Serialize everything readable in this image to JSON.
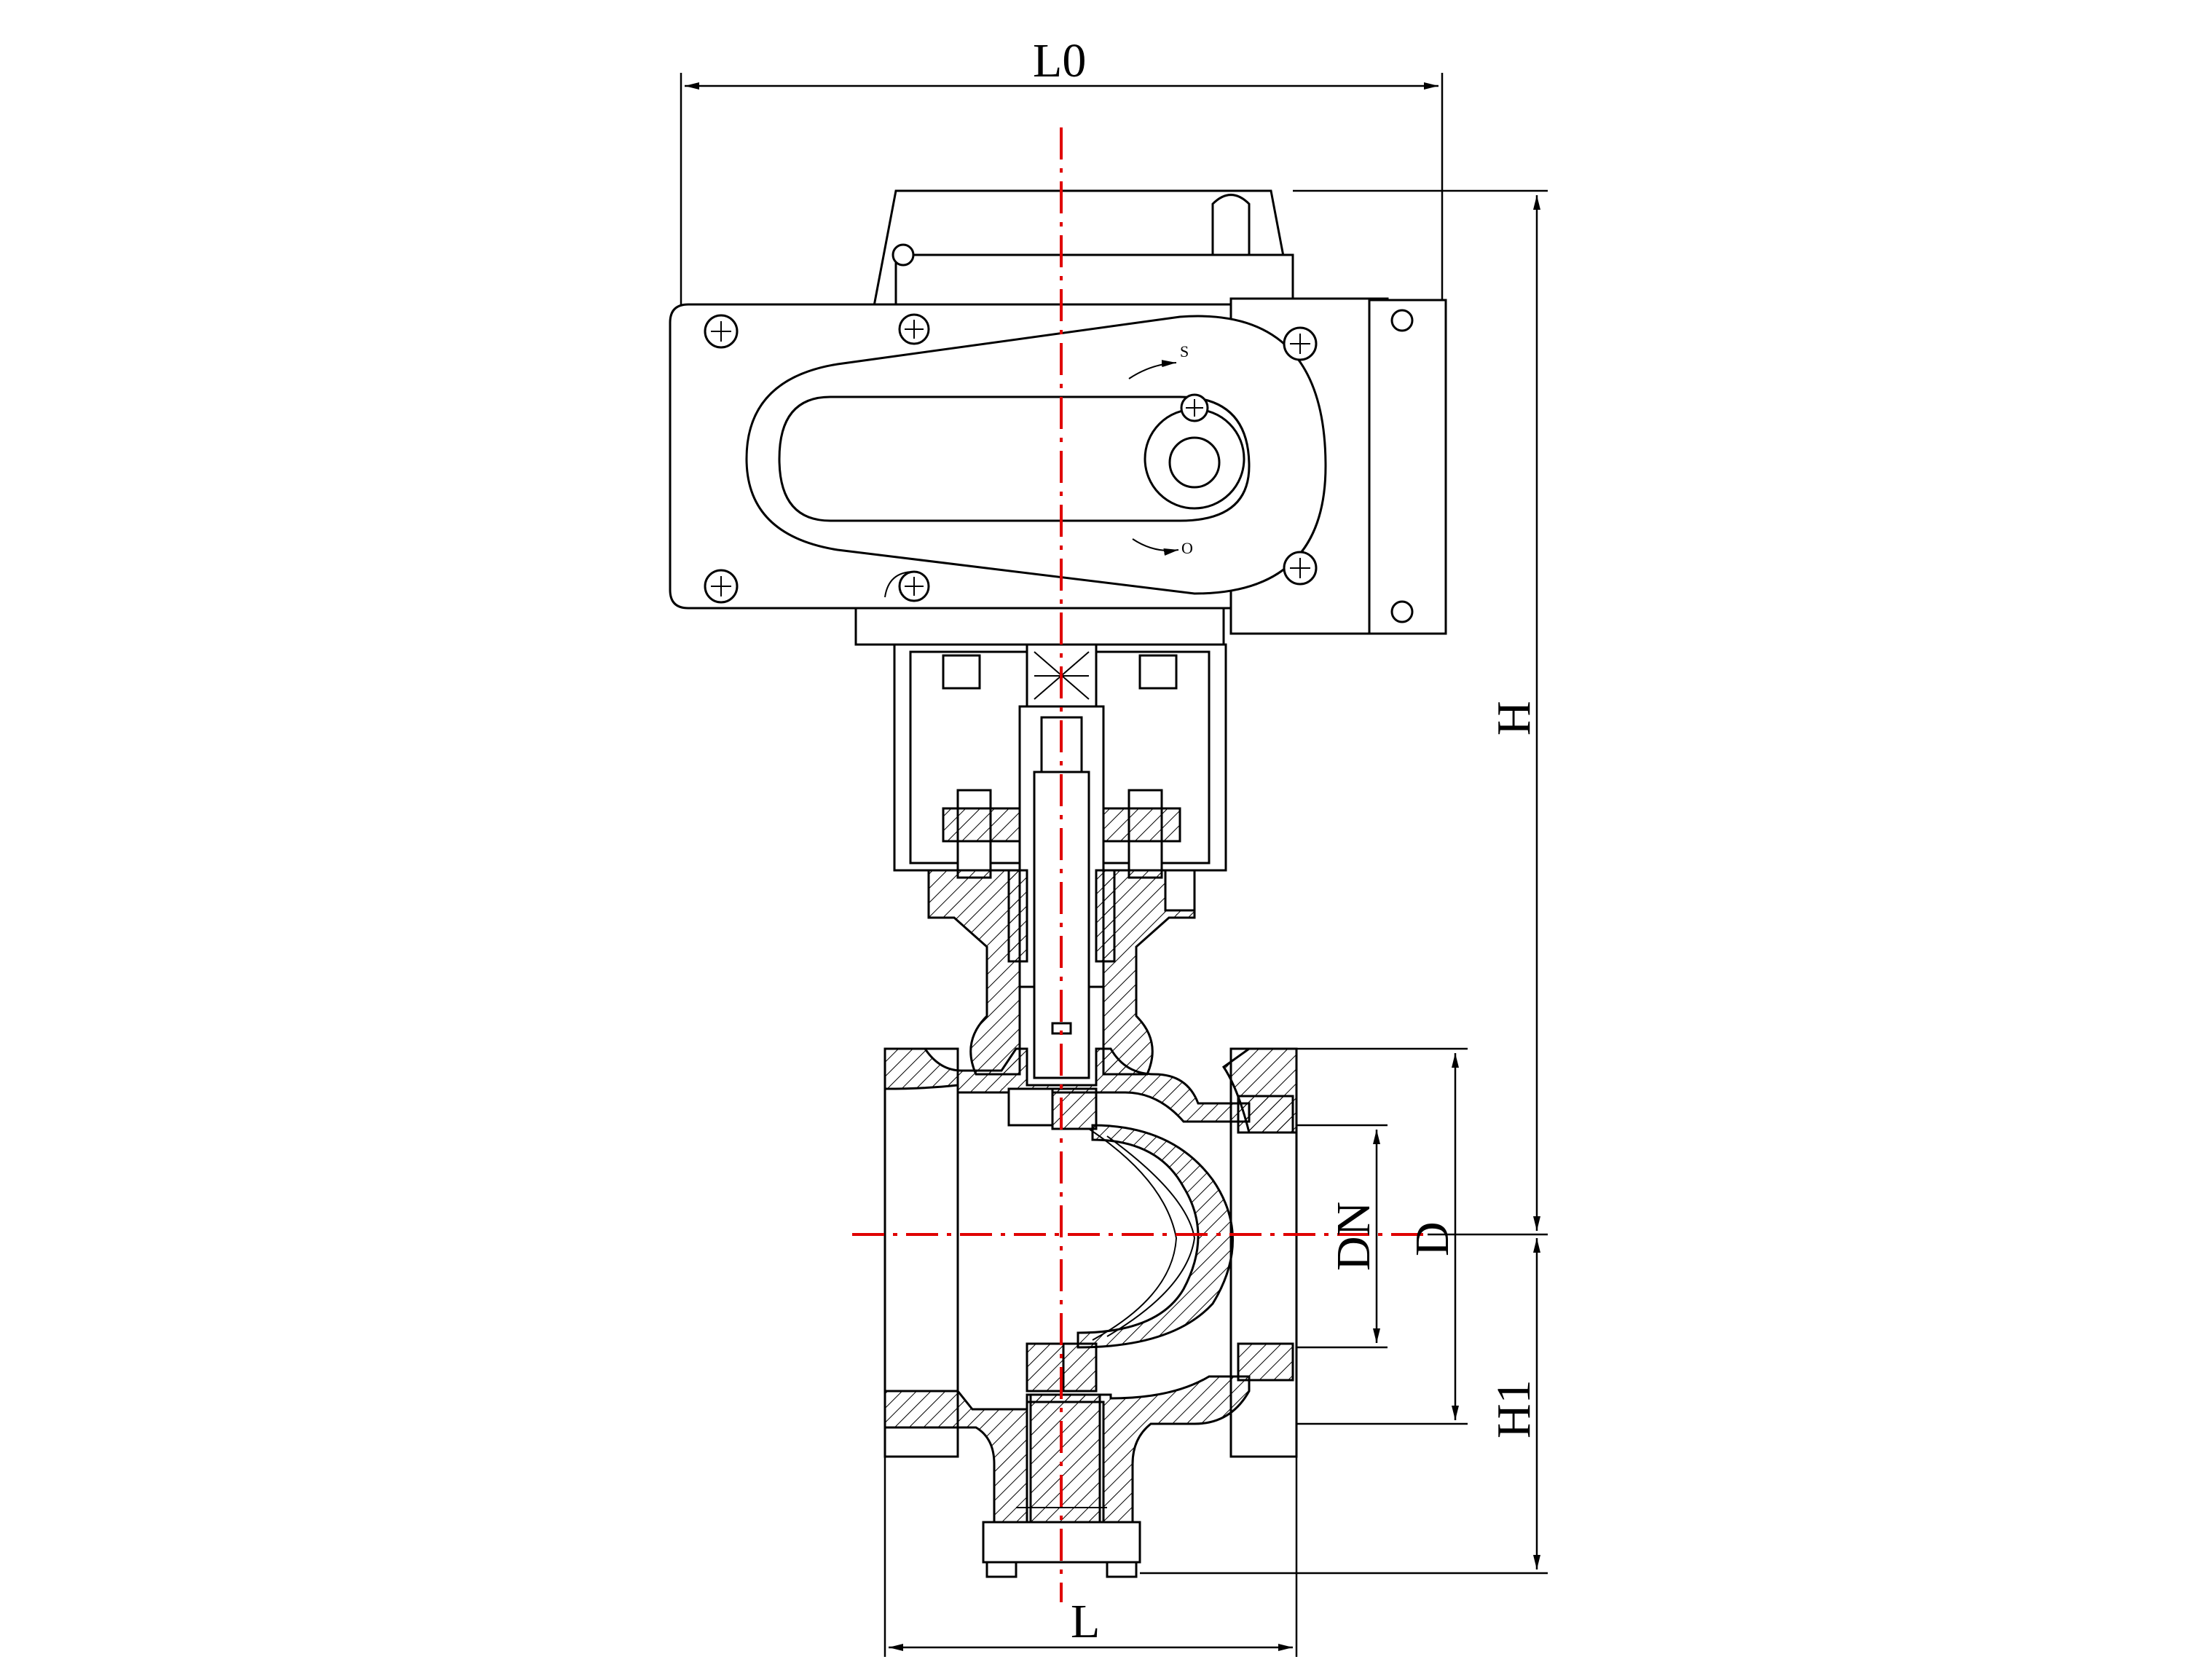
{
  "dimensions": {
    "L0": "L0",
    "H": "H",
    "H1": "H1",
    "L": "L",
    "DN": "DN",
    "D": "D"
  },
  "actuator": {
    "arrow_s": "S",
    "arrow_o": "O"
  },
  "colors": {
    "centerline": "#e00000",
    "line": "#000000",
    "background": "#ffffff"
  }
}
